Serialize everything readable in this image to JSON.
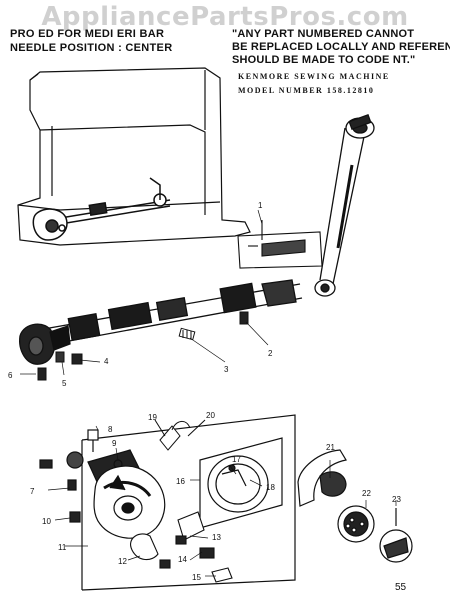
{
  "header": {
    "left_line1": "PRO   ED FOR      MEDI     ERI   BAR",
    "left_line2": "NEEDLE POSITION : CENTER",
    "right_line1": "\"ANY PART NUMBERED     CANNOT",
    "right_line2": "BE REPLACED LOCALLY AND REFERENCE",
    "right_line3": "SHOULD BE MADE TO CODE NT.\"",
    "machine_line": "KENMORE SEWING MACHINE",
    "model_line": "MODEL NUMBER 158.12810"
  },
  "watermark": "AppliancePartsPros.com",
  "page_number": "55",
  "callouts": [
    "1",
    "2",
    "3",
    "4",
    "5",
    "6",
    "7",
    "8",
    "9",
    "10",
    "11",
    "12",
    "13",
    "14",
    "15",
    "16",
    "17",
    "18",
    "19",
    "20",
    "21",
    "22",
    "23"
  ],
  "colors": {
    "ink": "#111111",
    "paper": "#ffffff",
    "watermark": "#969696"
  }
}
